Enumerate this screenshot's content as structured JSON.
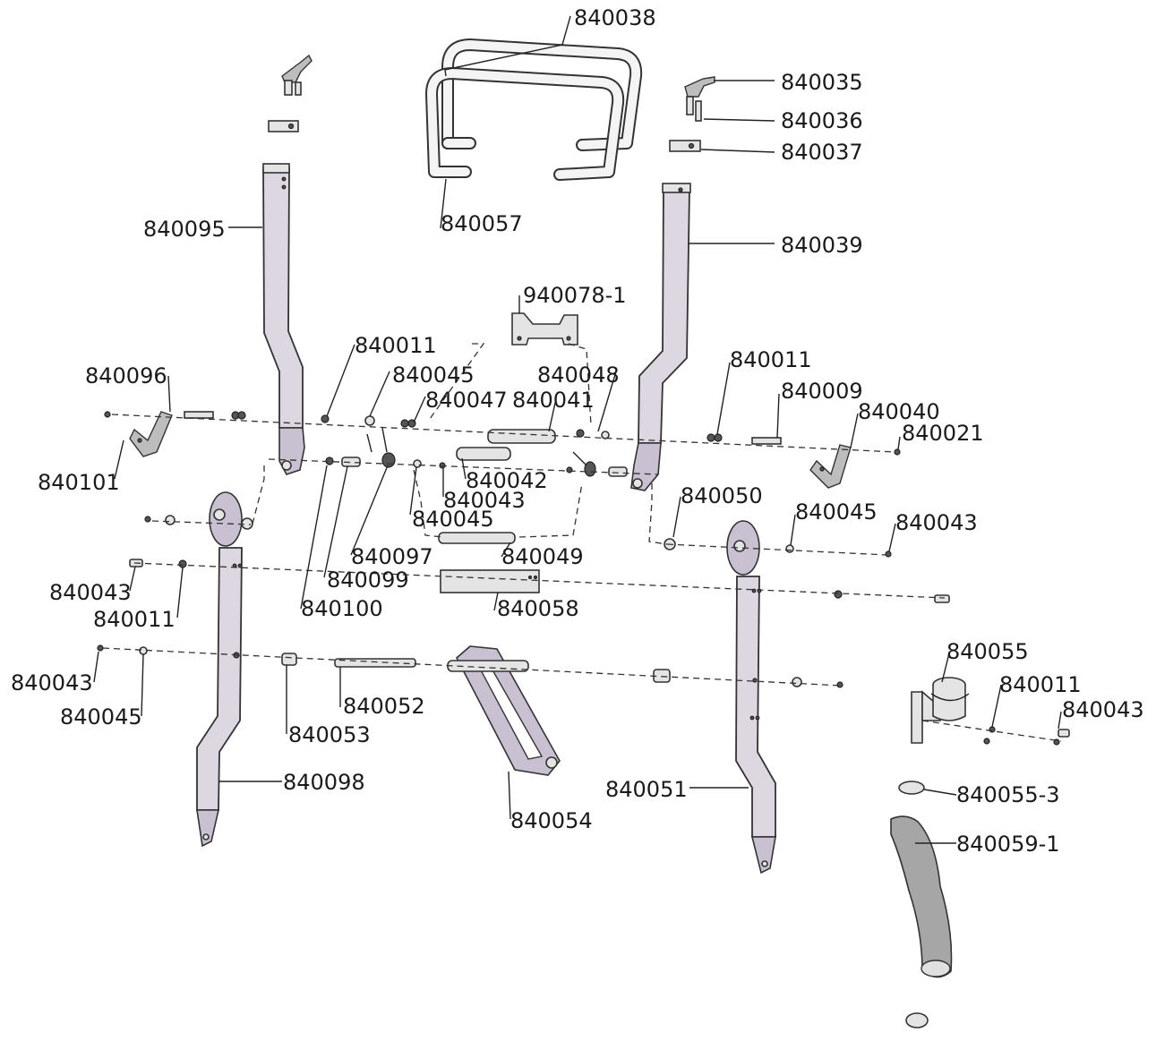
{
  "labels": {
    "p840038": "840038",
    "p840035": "840035",
    "p840036": "840036",
    "p840037": "840037",
    "p840095": "840095",
    "p840057": "840057",
    "p840039": "840039",
    "p940078_1": "940078-1",
    "p840011_a": "840011",
    "p840045_a": "840045",
    "p840048": "840048",
    "p840011_b": "840011",
    "p840096": "840096",
    "p840047": "840047",
    "p840041": "840041",
    "p840009": "840009",
    "p840040": "840040",
    "p840021": "840021",
    "p840101": "840101",
    "p840042": "840042",
    "p840043_a": "840043",
    "p840050": "840050",
    "p840045_b": "840045",
    "p840045_c": "840045",
    "p840043_b": "840043",
    "p840097": "840097",
    "p840049": "840049",
    "p840043_c": "840043",
    "p840099": "840099",
    "p840011_c": "840011",
    "p840100": "840100",
    "p840058": "840058",
    "p840055": "840055",
    "p840043_d": "840043",
    "p840011_d": "840011",
    "p840052": "840052",
    "p840043_e": "840043",
    "p840045_d": "840045",
    "p840053": "840053",
    "p840098": "840098",
    "p840051": "840051",
    "p840055_3": "840055-3",
    "p840054": "840054",
    "p840059_1": "840059-1"
  }
}
